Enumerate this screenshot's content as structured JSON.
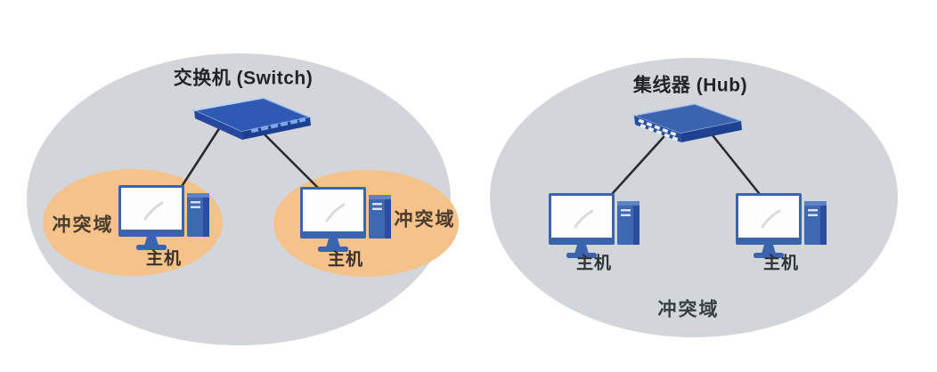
{
  "diagram": {
    "description_colors": {
      "network_ellipse_fill": "#d2d6da",
      "collision_domain_fill": "#f5c28b",
      "device_blue": "#2e59b4",
      "device_blue_dark": "#24479c",
      "monitor_frame_blue": "#3b64ae",
      "link_line": "#2b2b2b"
    },
    "left": {
      "title": "交换机 (Switch)",
      "collision_left_label": "冲突域",
      "collision_right_label": "冲突域",
      "host_left_label": "主机",
      "host_right_label": "主机"
    },
    "right": {
      "title": "集线器 (Hub)",
      "host_left_label": "主机",
      "host_right_label": "主机",
      "collision_label": "冲突域"
    }
  }
}
